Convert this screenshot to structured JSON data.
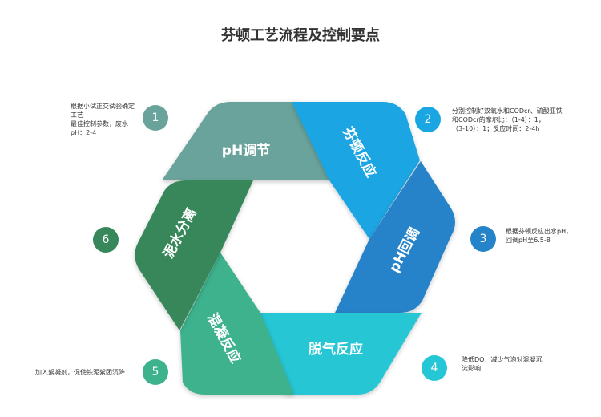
{
  "title": "芬顿工艺流程及控制要点",
  "steps": [
    {
      "num": "1",
      "label": "pH调节",
      "color": "#6aa39b",
      "note": [
        "根据小试正交试验确定",
        "工艺",
        "最佳控制参数，废水",
        "pH：2-4"
      ]
    },
    {
      "num": "2",
      "label": "芬顿反应",
      "color": "#1aa5e3",
      "note": [
        "分别控制好双氧水和CODcr、硫酸亚铁",
        "和CODcr的摩尔比：（1-4）：1，",
        "（3-10）：1；反应时间：2-4h"
      ]
    },
    {
      "num": "3",
      "label": "pH回调",
      "color": "#2583c9",
      "note": [
        "根据芬顿反应出水pH，",
        "回调pH至6.5-8"
      ]
    },
    {
      "num": "4",
      "label": "脱气反应",
      "color": "#25c6d5",
      "note": [
        "降低DO，减少气泡对混凝沉",
        "淀影响"
      ]
    },
    {
      "num": "5",
      "label": "混凝反应",
      "color": "#3cb28d",
      "note": [
        "加入絮凝剂，促使铁泥絮团沉降"
      ]
    },
    {
      "num": "6",
      "label": "泥水分离",
      "color": "#38875a",
      "note": []
    }
  ]
}
